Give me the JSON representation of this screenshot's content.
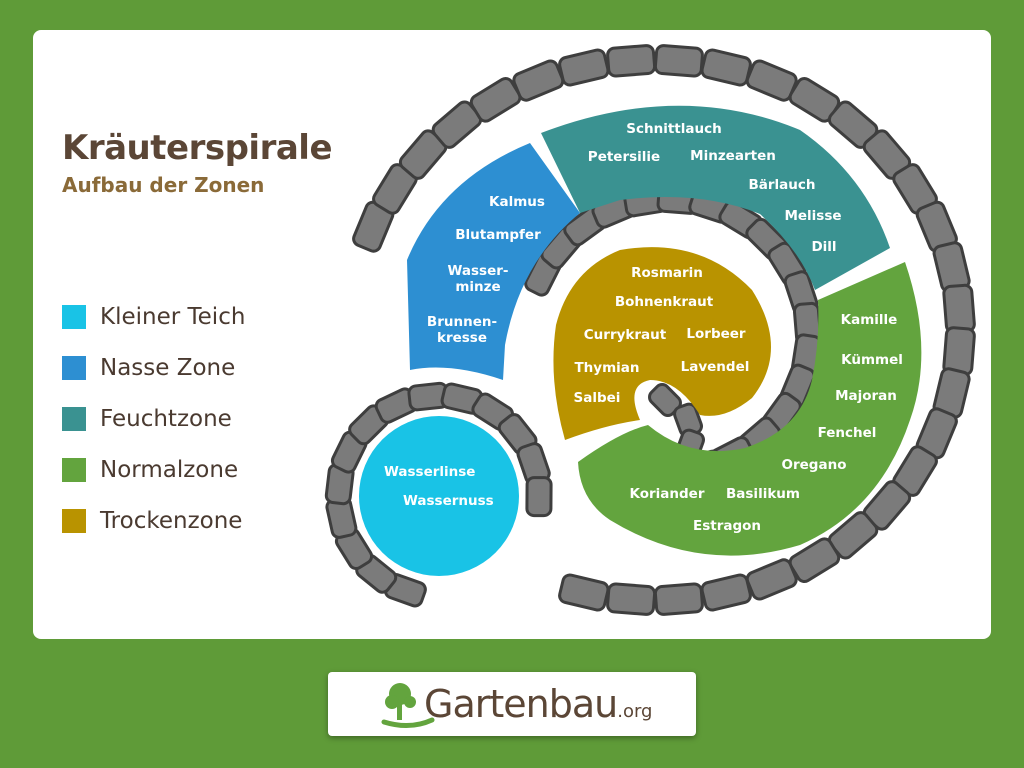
{
  "title": "Kräuterspirale",
  "subtitle": "Aufbau der Zonen",
  "colors": {
    "page_background": "#5f9b38",
    "card": "#ffffff",
    "stone": "#7b7b7b",
    "stone_edge": "#3e3e3e",
    "teich": "#19c3e6",
    "nasse": "#2d8fd2",
    "feucht": "#3a9291",
    "normal": "#63a43e",
    "trocken": "#b99300",
    "title": "#5b4636"
  },
  "legend": [
    {
      "label": "Kleiner Teich",
      "color": "#19c3e6"
    },
    {
      "label": "Nasse Zone",
      "color": "#2d8fd2"
    },
    {
      "label": "Feuchtzone",
      "color": "#3a9291"
    },
    {
      "label": "Normalzone",
      "color": "#63a43e"
    },
    {
      "label": "Trockenzone",
      "color": "#b99300"
    }
  ],
  "zones": {
    "teich": [
      "Wasserlinse",
      "Wassernuss"
    ],
    "nasse": [
      "Kalmus",
      "Blutampfer",
      "Wasser-",
      "minze",
      "Brunnen-",
      "kresse"
    ],
    "feucht": [
      "Schnittlauch",
      "Petersilie",
      "Minzearten",
      "Bärlauch",
      "Melisse",
      "Dill"
    ],
    "normal": [
      "Kamille",
      "Kümmel",
      "Majoran",
      "Fenchel",
      "Oregano",
      "Koriander",
      "Basilikum",
      "Estragon"
    ],
    "trocken": [
      "Rosmarin",
      "Bohnenkraut",
      "Currykraut",
      "Lorbeer",
      "Thymian",
      "Lavendel",
      "Salbei"
    ]
  },
  "logo": {
    "name": "Gartenbau",
    "suffix": ".org",
    "icon": "tree-icon"
  }
}
